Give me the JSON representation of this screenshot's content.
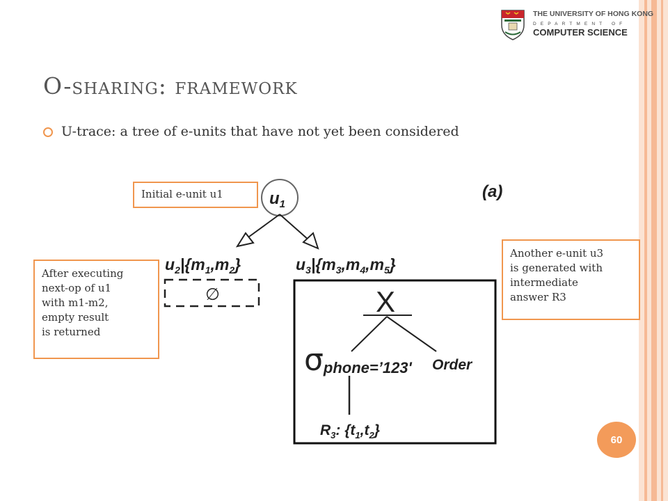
{
  "header": {
    "university": "THE UNIVERSITY OF HONG KONG",
    "department": "DEPARTMENT OF",
    "department_name": "COMPUTER SCIENCE"
  },
  "slide": {
    "title": "O-sharing: framework",
    "bullet": "U-trace: a tree of e-units that have not yet been considered",
    "page_number": "60"
  },
  "callouts": {
    "initial": "Initial e-unit u1",
    "after": [
      "After executing",
      "next-op of u1",
      "with m1-m2,",
      "empty result",
      "is returned"
    ],
    "another": [
      "Another e-unit u3",
      "is generated with",
      "intermediate",
      "answer R3"
    ]
  },
  "diagram": {
    "label_a": "(a)",
    "root": {
      "base": "u",
      "sub": "1"
    },
    "left": {
      "base": "u",
      "sub": "2",
      "set_open": "|{m",
      "s1": "1",
      "comma": ",m",
      "s2": "2",
      "close": "}"
    },
    "right": {
      "base": "u",
      "sub": "3",
      "set_open": "|{m",
      "s1": "3",
      "c1": ",m",
      "s2": "4",
      "c2": ",m",
      "s3": "5",
      "close": "}"
    },
    "empty_symbol": "∅",
    "join_symbol": "X",
    "sigma": "σ",
    "selection": "phone=’123'",
    "relation": "Order",
    "result": {
      "base": "R",
      "sub": "3",
      "rest": ": {t",
      "t1": "1",
      "comma": ",t",
      "t2": "2",
      "close": "}"
    }
  },
  "colors": {
    "accent": "#f0964e",
    "page_badge": "#f39b5a",
    "stripe": "#f6b995"
  }
}
